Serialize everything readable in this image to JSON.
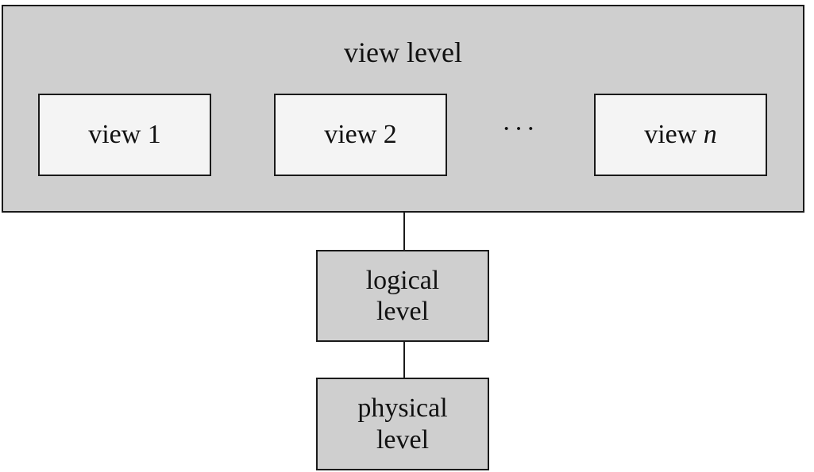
{
  "view_level": {
    "title": "view level",
    "views": [
      {
        "prefix": "view",
        "suffix": "1"
      },
      {
        "prefix": "view",
        "suffix": "2"
      },
      {
        "prefix": "view",
        "suffix": "n"
      }
    ],
    "ellipsis": "···"
  },
  "logical_level": {
    "line1": "logical",
    "line2": "level"
  },
  "physical_level": {
    "line1": "physical",
    "line2": "level"
  },
  "colors": {
    "box_fill": "#cfcfcf",
    "border": "#1a1a1a",
    "view_fill": "#f4f4f4"
  }
}
